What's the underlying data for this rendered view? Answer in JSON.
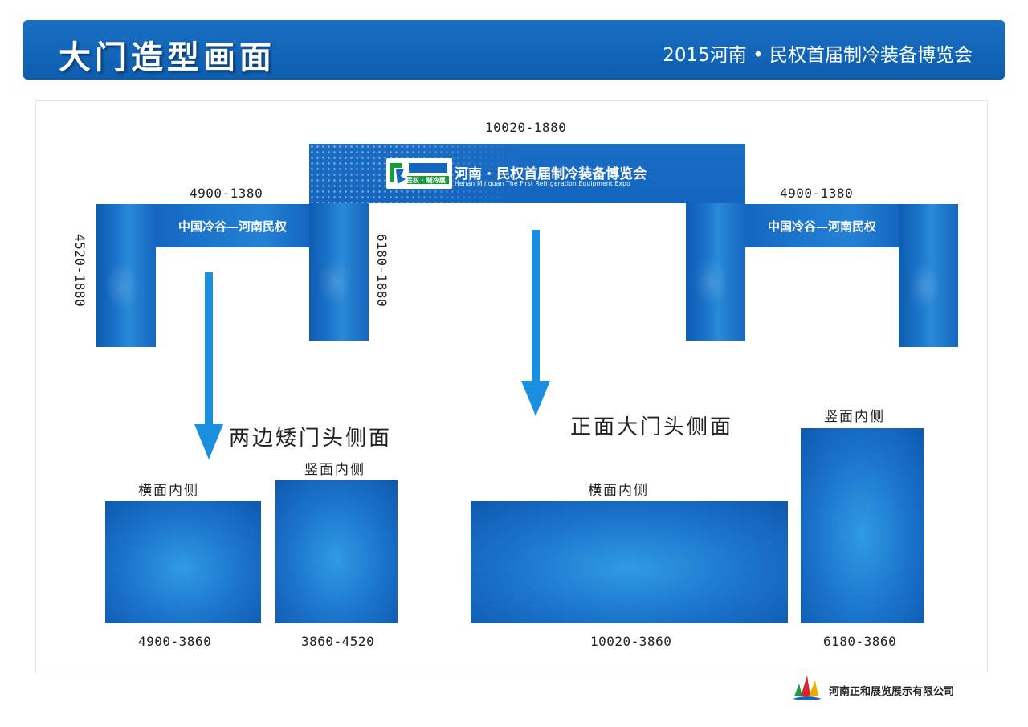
{
  "header": {
    "title": "大门造型画面",
    "expo_title": "2015河南 • 民权首届制冷装备博览会"
  },
  "gate": {
    "main_dimension": "10020-1880",
    "left_beam_dimension": "4900-1380",
    "right_beam_dimension": "4900-1380",
    "left_pillar_dimension": "4520-1880",
    "center_pillar_dimension": "6180-1880",
    "left_banner": "中国冷谷—河南民权",
    "right_banner": "中国冷谷—河南民权",
    "main_banner_title": "河南 · 民权首届制冷装备博览会",
    "main_banner_subtitle": "Henan Minquan The First Refrigeration Equipment Expo",
    "logo_text": "民权 · 制冷展"
  },
  "side_gate": {
    "caption": "两边矮门头侧面",
    "horizontal_label": "横面内侧",
    "vertical_label": "竖面内侧",
    "horizontal_dimension": "4900-3860",
    "vertical_dimension": "3860-4520"
  },
  "front_gate": {
    "caption": "正面大门头侧面",
    "horizontal_label": "横面内侧",
    "vertical_label": "竖面内侧",
    "horizontal_dimension": "10020-3860",
    "vertical_dimension": "6180-3860"
  },
  "footer": {
    "company": "河南正和展览展示有限公司"
  },
  "colors": {
    "header_blue": "#0d5db0",
    "panel_blue": "#1b73cb",
    "arrow_blue": "#1a8fe0"
  }
}
